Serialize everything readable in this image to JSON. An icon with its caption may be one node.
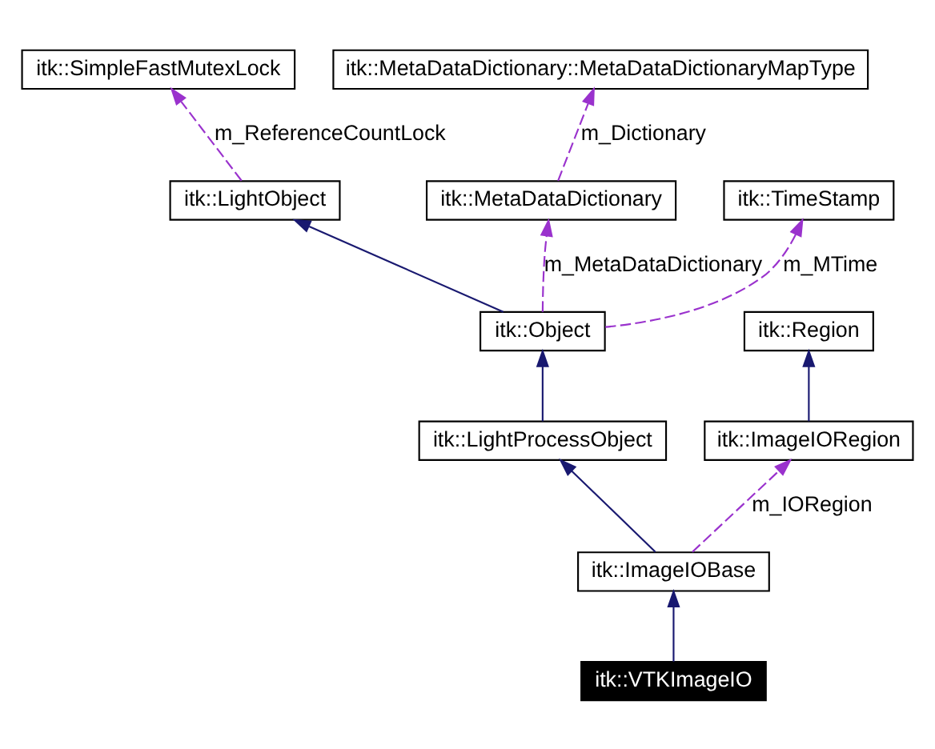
{
  "diagram": {
    "nodes": [
      {
        "text": [
          "itk::SimpleFastMutexLock"
        ]
      },
      {
        "text": [
          "itk::MetaDataDictionary::MetaDataDictionaryMapType"
        ]
      },
      {
        "text": [
          "itk::LightObject"
        ]
      },
      {
        "text": [
          "itk::MetaDataDictionary"
        ]
      },
      {
        "text": [
          "itk::TimeStamp"
        ]
      },
      {
        "text": [
          "itk::Object"
        ]
      },
      {
        "text": [
          "itk::Region"
        ]
      },
      {
        "text": [
          "itk::LightProcessObject"
        ]
      },
      {
        "text": [
          "itk::ImageIORegion"
        ]
      },
      {
        "text": [
          "itk::ImageIOBase"
        ]
      },
      {
        "text": [
          "itk::VTKImageIO"
        ]
      }
    ],
    "edges": [
      {
        "from": 2,
        "to": 0,
        "arrow": "to",
        "label": "m_ReferenceCountLock",
        "style": "dashed",
        "color": "#9a32cd"
      },
      {
        "from": 3,
        "to": 1,
        "arrow": "to",
        "label": "m_Dictionary",
        "style": "dashed",
        "color": "#9a32cd"
      },
      {
        "from": 5,
        "to": 2,
        "arrow": "to",
        "color": "#191970"
      },
      {
        "from": 5,
        "to": 3,
        "arrow": "to",
        "label": "m_MetaDataDictionary",
        "style": "dashed",
        "color": "#9a32cd"
      },
      {
        "from": 5,
        "to": 4,
        "arrow": "to",
        "label": "m_MTime",
        "style": "dashed",
        "color": "#9a32cd"
      },
      {
        "from": 7,
        "to": 5,
        "arrow": "to",
        "color": "#191970"
      },
      {
        "from": 8,
        "to": 6,
        "arrow": "to",
        "color": "#191970"
      },
      {
        "from": 9,
        "to": 7,
        "arrow": "to",
        "color": "#191970"
      },
      {
        "from": 9,
        "to": 8,
        "arrow": "to",
        "label": "m_IORegion",
        "style": "dashed",
        "color": "#9a32cd"
      },
      {
        "from": 10,
        "to": 9,
        "arrow": "to",
        "color": "#191970"
      }
    ]
  }
}
